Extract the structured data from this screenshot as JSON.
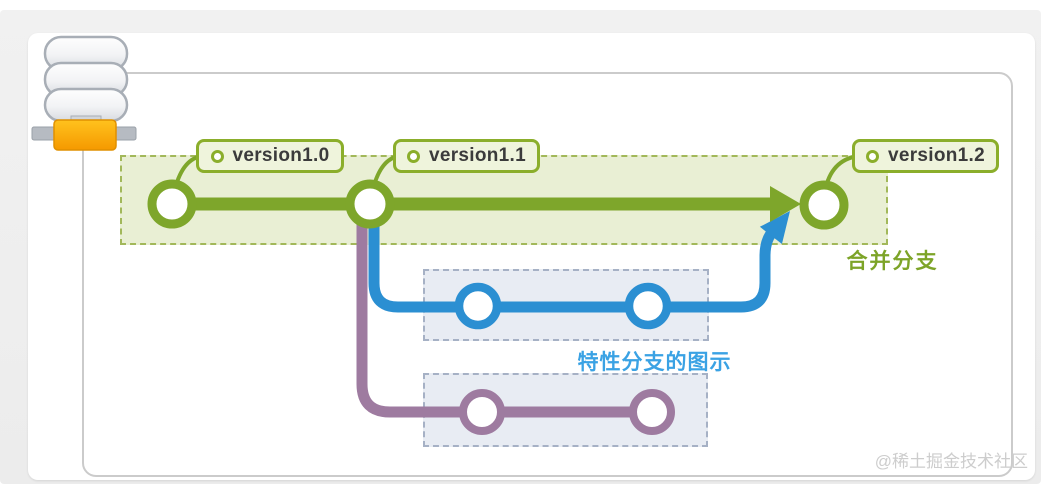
{
  "diagram": {
    "type": "git-branching-diagram",
    "version_tags": [
      {
        "label": "version1.0"
      },
      {
        "label": "version1.1"
      },
      {
        "label": "version1.2"
      }
    ],
    "annotations": {
      "merge_label": "合并分支",
      "feature_label": "特性分支的图示"
    },
    "branches": [
      {
        "name": "main-branch",
        "color": "#7EA62B",
        "commits": 3,
        "tags": [
          "version1.0",
          "version1.1",
          "version1.2"
        ],
        "ends_with": "arrow-into-merge-commit"
      },
      {
        "name": "feature-branch",
        "color": "#2B8FD2",
        "commits": 2,
        "forks_from": "commit-2",
        "merges_into": "commit-3"
      },
      {
        "name": "secondary-branch",
        "color": "#9E7BA0",
        "commits": 2,
        "forks_from": "commit-2",
        "merges_into": null
      }
    ],
    "icons": [
      {
        "name": "database-icon"
      },
      {
        "name": "network-connector-icon"
      }
    ],
    "colors": {
      "main_branch": "#7EA62B",
      "main_region_fill": "#E9EFD4",
      "feature_branch": "#2B8FD2",
      "feature_label_text": "#3AA2E4",
      "secondary_branch": "#9E7BA0",
      "branch_box_fill": "#E8ECF3",
      "tag_fill": "#EFF4DC",
      "tag_border": "#8BAE2B",
      "tag_text": "#3B3B3B",
      "connector_orange": "#F59900",
      "frame_border": "#CBCBCB",
      "watermark_text": "#CDCDCD"
    }
  },
  "watermark": {
    "text": "@稀土掘金技术社区"
  }
}
